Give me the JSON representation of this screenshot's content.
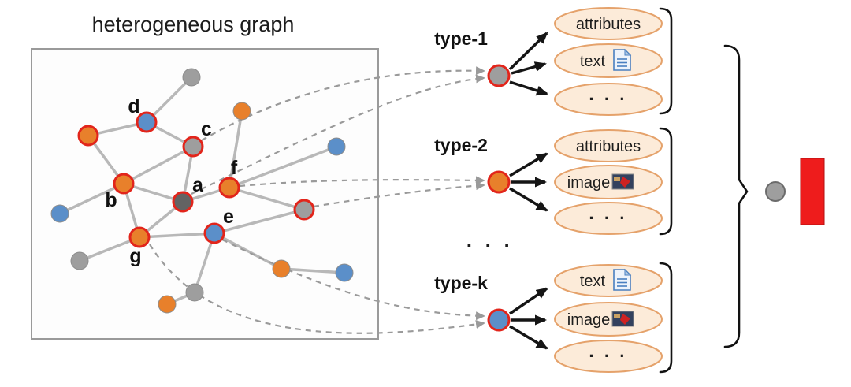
{
  "title": "heterogeneous graph",
  "graph": {
    "node_labels": {
      "a": "a",
      "b": "b",
      "c": "c",
      "d": "d",
      "e": "e",
      "f": "f",
      "g": "g"
    }
  },
  "types": [
    {
      "label": "type-1",
      "node_color": "gray",
      "items": [
        {
          "text": "attributes"
        },
        {
          "text": "text",
          "icon": "document"
        },
        {
          "text": "· · ·"
        }
      ]
    },
    {
      "label": "type-2",
      "node_color": "orange",
      "items": [
        {
          "text": "attributes"
        },
        {
          "text": "image",
          "icon": "image"
        },
        {
          "text": "· · ·"
        }
      ]
    },
    {
      "label": "type-k",
      "node_color": "blue",
      "items": [
        {
          "text": "text",
          "icon": "document"
        },
        {
          "text": "image",
          "icon": "image"
        },
        {
          "text": "· · ·"
        }
      ]
    }
  ],
  "between_types_ellipsis": "· · ·",
  "colors": {
    "node_gray": "#9e9e9e",
    "node_dark_gray": "#636363",
    "node_orange": "#e8802b",
    "node_blue": "#5b8fc9",
    "node_ring_red": "#e2251b",
    "edge_gray": "#b8b8b8",
    "dashed_gray": "#9a9a9a",
    "oval_fill": "#fcebd9",
    "oval_border": "#e5a26b",
    "arrow_black": "#151515",
    "box_border": "#9a9a9a",
    "embedding_red": "#ee1c1c"
  }
}
